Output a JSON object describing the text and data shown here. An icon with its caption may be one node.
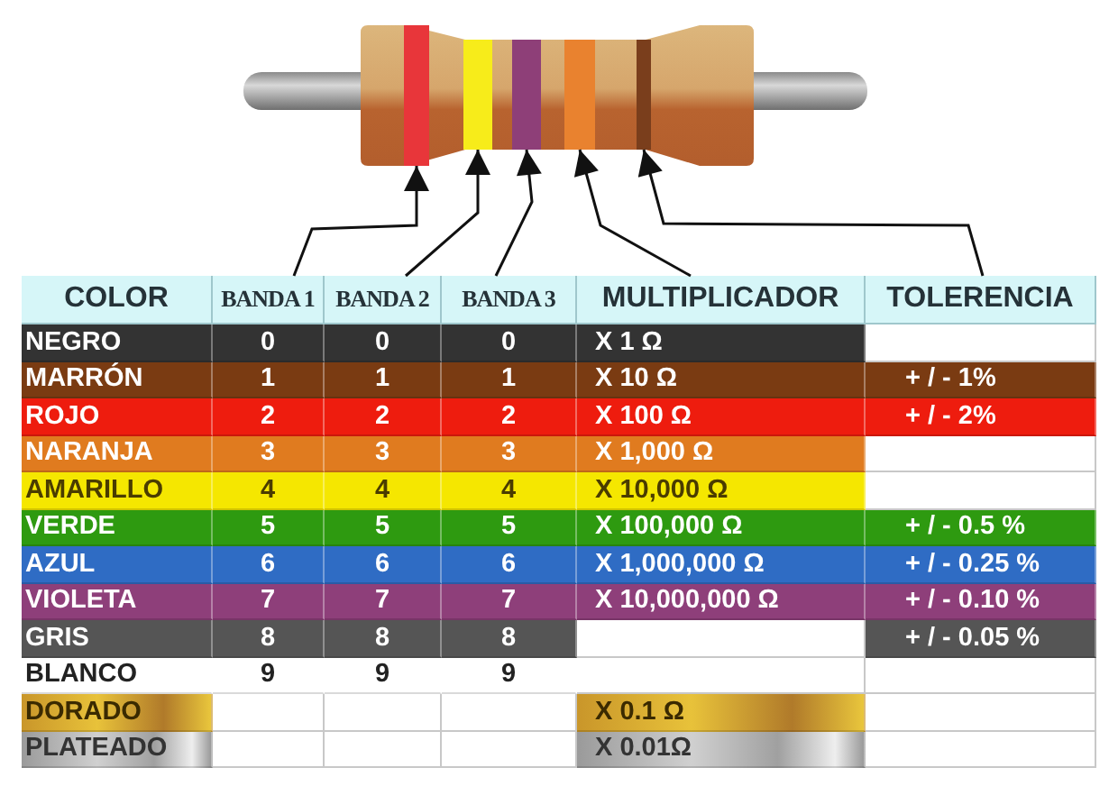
{
  "diagram": {
    "nodes": [
      {
        "text": [],
        "shape": "bar"
      },
      {
        "text": [],
        "shape": "bar"
      },
      {
        "text": [],
        "shape": "bar"
      },
      {
        "text": [],
        "shape": "bar"
      },
      {
        "text": [],
        "shape": "bar"
      },
      {
        "text": [
          "BANDA 1"
        ]
      },
      {
        "text": [
          "BANDA 2"
        ]
      },
      {
        "text": [
          "BANDA 3"
        ]
      },
      {
        "text": [
          "MULTIPLICADOR"
        ]
      },
      {
        "text": [
          "TOLERENCIA"
        ]
      }
    ],
    "edges": [
      {
        "from": 5,
        "to": 0,
        "arrow": "to"
      },
      {
        "from": 6,
        "to": 1,
        "arrow": "to"
      },
      {
        "from": 7,
        "to": 2,
        "arrow": "to"
      },
      {
        "from": 8,
        "to": 3,
        "arrow": "to"
      },
      {
        "from": 9,
        "to": 4,
        "arrow": "to"
      }
    ],
    "labels": [
      "COLOR",
      "NEGRO",
      "0",
      "0",
      "0",
      "X 1  Ω",
      "MARRÓN",
      "1",
      "1",
      "1",
      "X 10  Ω",
      "+ / - 1%",
      "ROJO",
      "2",
      "2",
      "2",
      "X 100 Ω",
      "+ / - 2%",
      "NARANJA",
      "3",
      "3",
      "3",
      "X 1,000 Ω",
      "AMARILLO",
      "4",
      "4",
      "4",
      "X 10,000 Ω",
      "VERDE",
      "5",
      "5",
      "5",
      "X 100,000 Ω",
      "+ / - 0.5 %",
      "AZUL",
      "6",
      "6",
      "6",
      "X 1,000,000 Ω",
      "+ / - 0.25 %",
      "VIOLETA",
      "7",
      "7",
      "7",
      "X 10,000,000 Ω",
      "+ / - 0.10 %",
      "GRIS",
      "8",
      "8",
      "8",
      "+ / - 0.05 %",
      "BLANCO",
      "9",
      "9",
      "9",
      "DORADO",
      "X 0.1 Ω",
      "PLATEADO",
      "X 0.01Ω"
    ]
  }
}
